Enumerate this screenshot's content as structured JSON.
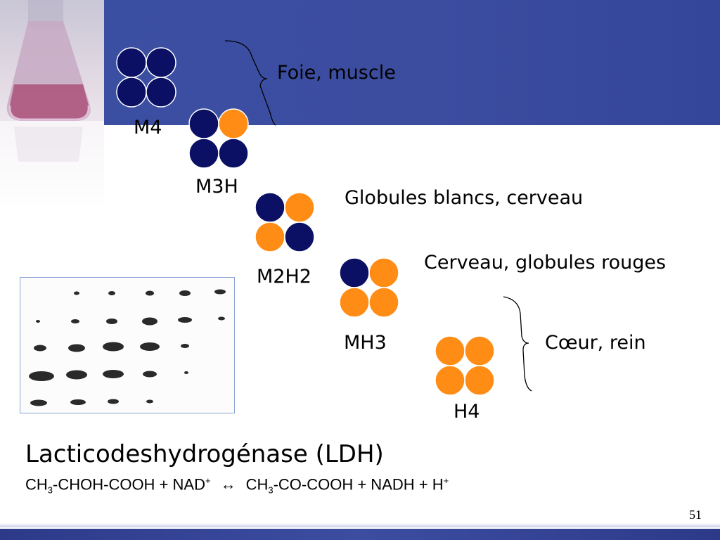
{
  "colors": {
    "header_band": "#3b4da1",
    "subunit_m": "#0b1064",
    "subunit_h": "#ff8c14",
    "footer_band": "#34469a"
  },
  "isoenzymes": [
    {
      "label": "M4",
      "subunits": [
        "M",
        "M",
        "M",
        "M"
      ]
    },
    {
      "label": "M3H",
      "subunits": [
        "M",
        "H",
        "M",
        "M"
      ]
    },
    {
      "label": "M2H2",
      "subunits": [
        "M",
        "H",
        "H",
        "M"
      ]
    },
    {
      "label": "MH3",
      "subunits": [
        "M",
        "H",
        "H",
        "H"
      ]
    },
    {
      "label": "H4",
      "subunits": [
        "H",
        "H",
        "H",
        "H"
      ]
    }
  ],
  "tissues": {
    "foie_muscle": "Foie, muscle",
    "globules_blancs": "Globules blancs, cerveau",
    "cerveau_globules": "Cerveau, globules rouges",
    "coeur_rein": "Cœur, rein"
  },
  "title": "Lacticodeshydrogénase (LDH)",
  "reaction": {
    "left_a": "CH",
    "left_a_sub": "3",
    "left_b": "-CHOH-COOH + NAD",
    "left_b_sup": "+",
    "arrow": "↔",
    "right_a": "CH",
    "right_a_sub": "3",
    "right_b": "-CO-COOH + NADH + H",
    "right_b_sup": "+"
  },
  "page_number": "51"
}
